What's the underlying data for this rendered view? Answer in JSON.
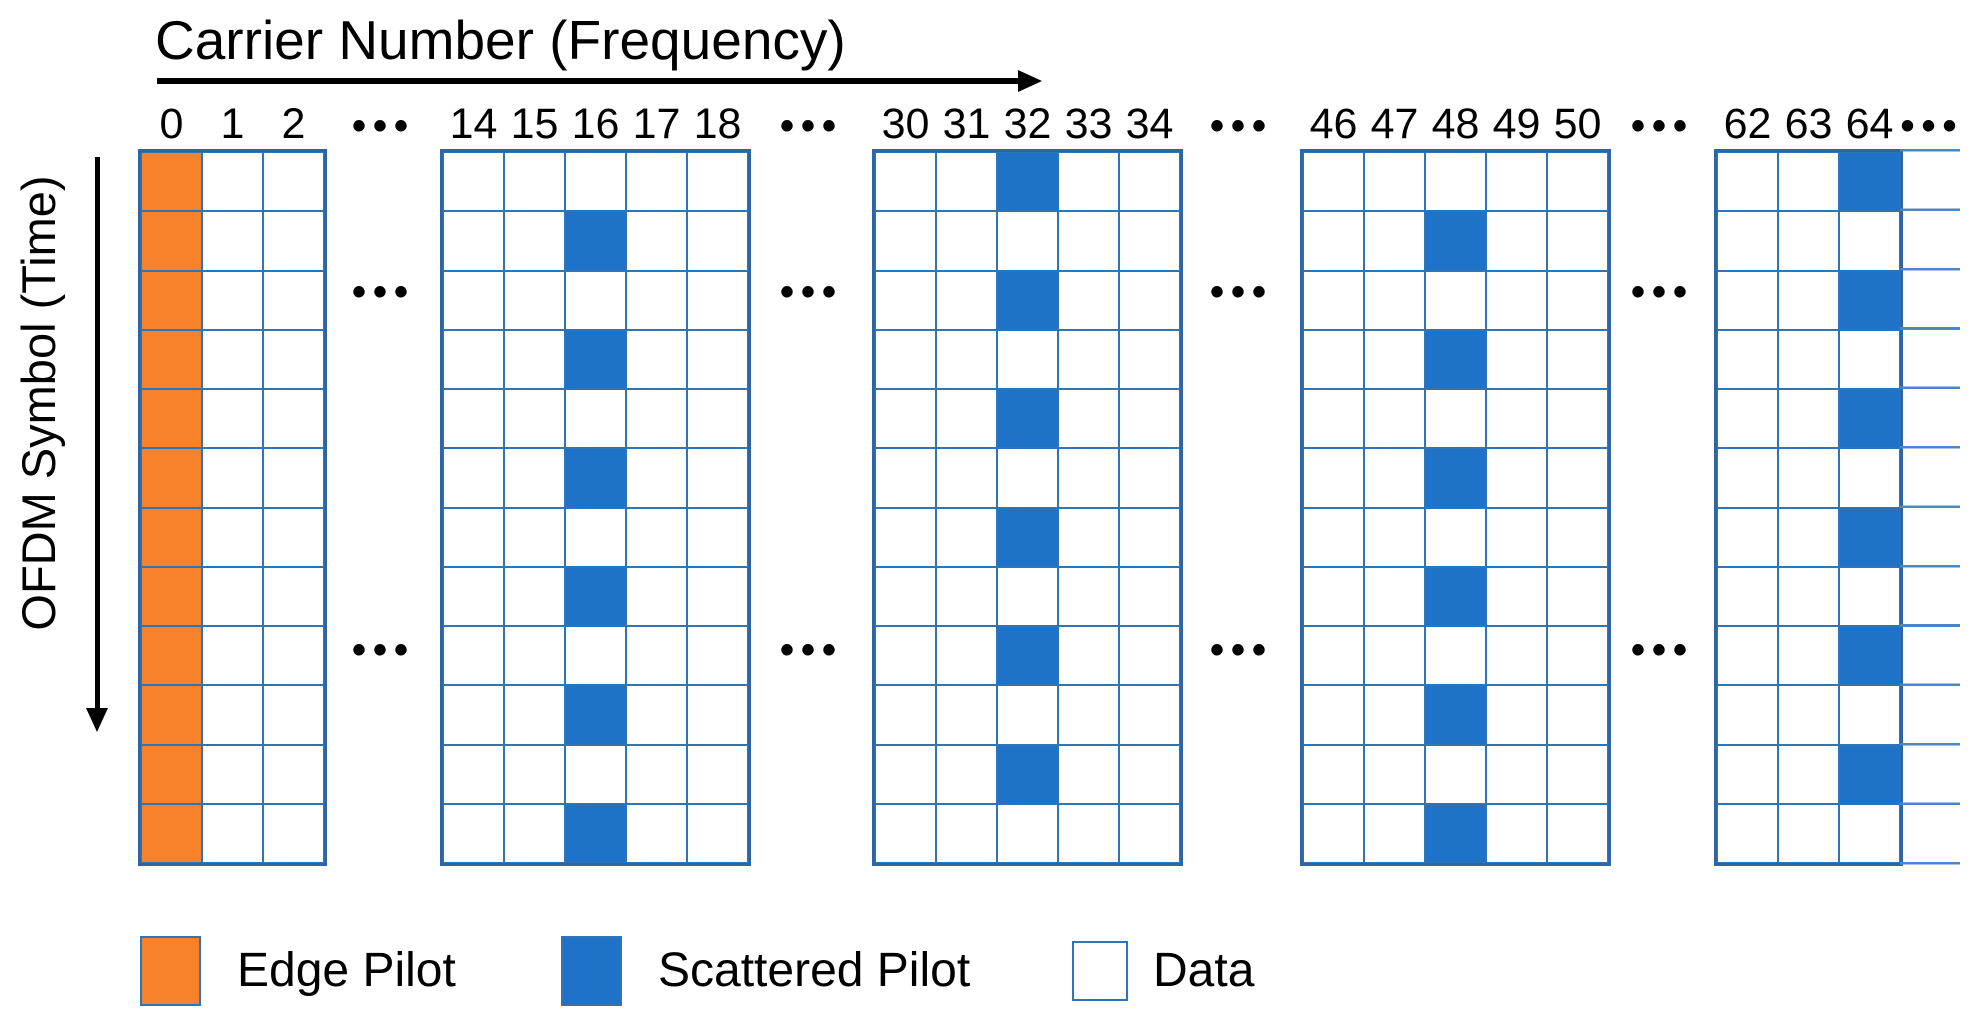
{
  "axes": {
    "x_title": "Carrier Number (Frequency)",
    "y_title": "OFDM Symbol (Time)"
  },
  "grid": {
    "rows": 12,
    "ellipsis": "•••",
    "groups": [
      {
        "columns": [
          "0",
          "1",
          "2"
        ],
        "edge_column": "0",
        "scattered_column": null,
        "pilot_rows": [],
        "continuation_stub": false
      },
      {
        "columns": [
          "14",
          "15",
          "16",
          "17",
          "18"
        ],
        "edge_column": null,
        "scattered_column": "16",
        "pilot_rows": [
          1,
          3,
          5,
          7,
          9,
          11
        ],
        "continuation_stub": false
      },
      {
        "columns": [
          "30",
          "31",
          "32",
          "33",
          "34"
        ],
        "edge_column": null,
        "scattered_column": "32",
        "pilot_rows": [
          0,
          2,
          4,
          6,
          8,
          10
        ],
        "continuation_stub": false
      },
      {
        "columns": [
          "46",
          "47",
          "48",
          "49",
          "50"
        ],
        "edge_column": null,
        "scattered_column": "48",
        "pilot_rows": [
          1,
          3,
          5,
          7,
          9,
          11
        ],
        "continuation_stub": false
      },
      {
        "columns": [
          "62",
          "63",
          "64"
        ],
        "edge_column": null,
        "scattered_column": "64",
        "pilot_rows": [
          0,
          2,
          4,
          6,
          8,
          10
        ],
        "continuation_stub": true
      }
    ]
  },
  "legend": [
    {
      "label": "Edge Pilot",
      "type": "edge"
    },
    {
      "label": "Scattered Pilot",
      "type": "scattered"
    },
    {
      "label": "Data",
      "type": "data"
    }
  ],
  "colors": {
    "edge_pilot": "#F8812B",
    "scattered_pilot": "#1E73C8",
    "data": "#FFFFFF",
    "grid_line": "#2E75B6",
    "text": "#000000"
  }
}
